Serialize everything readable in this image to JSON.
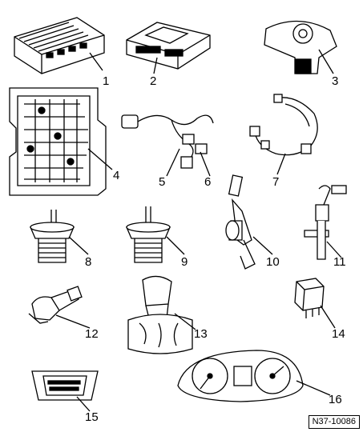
{
  "figure_id": "N37-10086",
  "callouts": [
    "1",
    "2",
    "3",
    "4",
    "5",
    "6",
    "7",
    "8",
    "9",
    "10",
    "11",
    "12",
    "13",
    "14",
    "15",
    "16"
  ],
  "icons": [
    "control-unit-1-icon",
    "control-unit-2-icon",
    "range-switch-icon",
    "valve-body-icon",
    "harness-icon",
    "harness-connector-icon",
    "harness-loop-icon",
    "pressure-switch-icon",
    "pressure-switch-2-icon",
    "speed-sensor-bracket-icon",
    "speed-sensor-icon",
    "solenoid-icon",
    "selector-lever-icon",
    "relay-icon",
    "diagnostic-connector-icon",
    "instrument-cluster-icon"
  ]
}
